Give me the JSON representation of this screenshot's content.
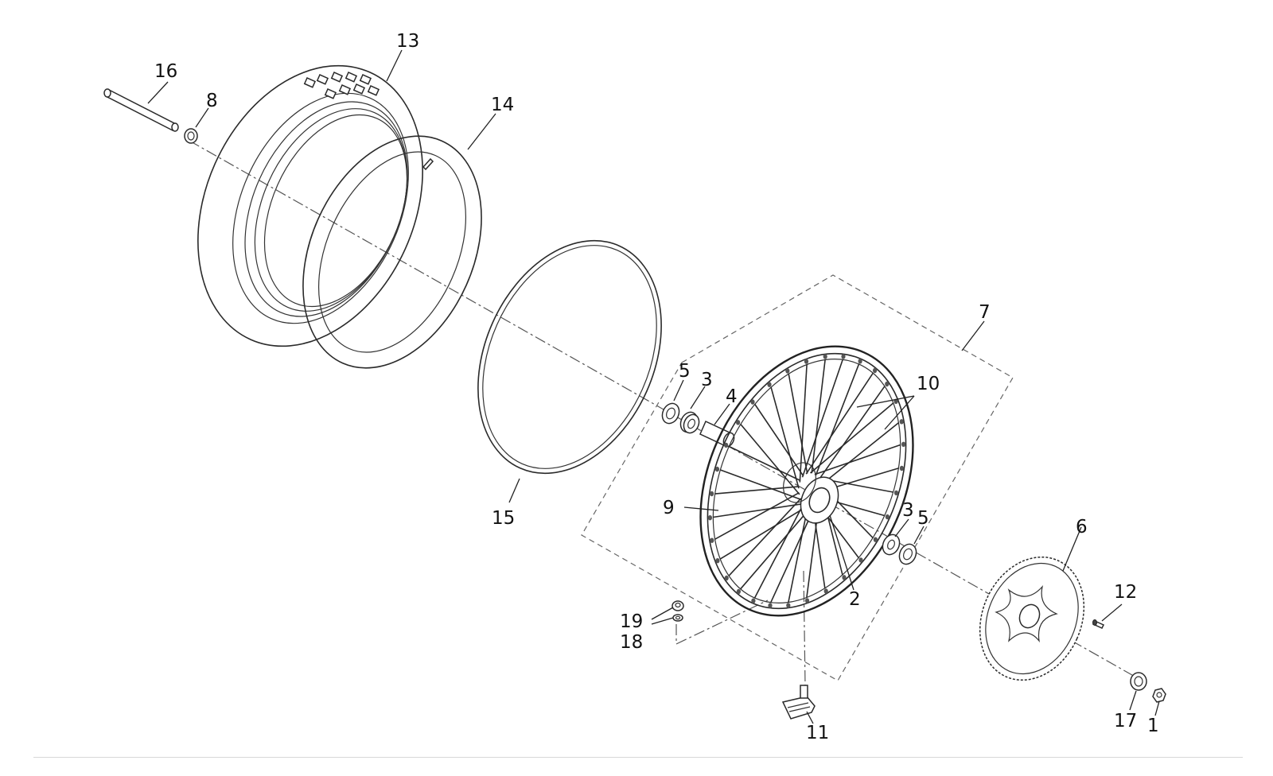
{
  "diagram": {
    "labels": {
      "p1": "1",
      "p2": "2",
      "p3a": "3",
      "p3b": "3",
      "p4": "4",
      "p5a": "5",
      "p5b": "5",
      "p6": "6",
      "p7": "7",
      "p8": "8",
      "p9": "9",
      "p10": "10",
      "p11": "11",
      "p12": "12",
      "p13": "13",
      "p14": "14",
      "p15": "15",
      "p16": "16",
      "p17": "17",
      "p18": "18",
      "p19": "19"
    }
  },
  "colors": {
    "line": "#2a2a2a",
    "text": "#111111",
    "divider": "#d8d8d8"
  }
}
